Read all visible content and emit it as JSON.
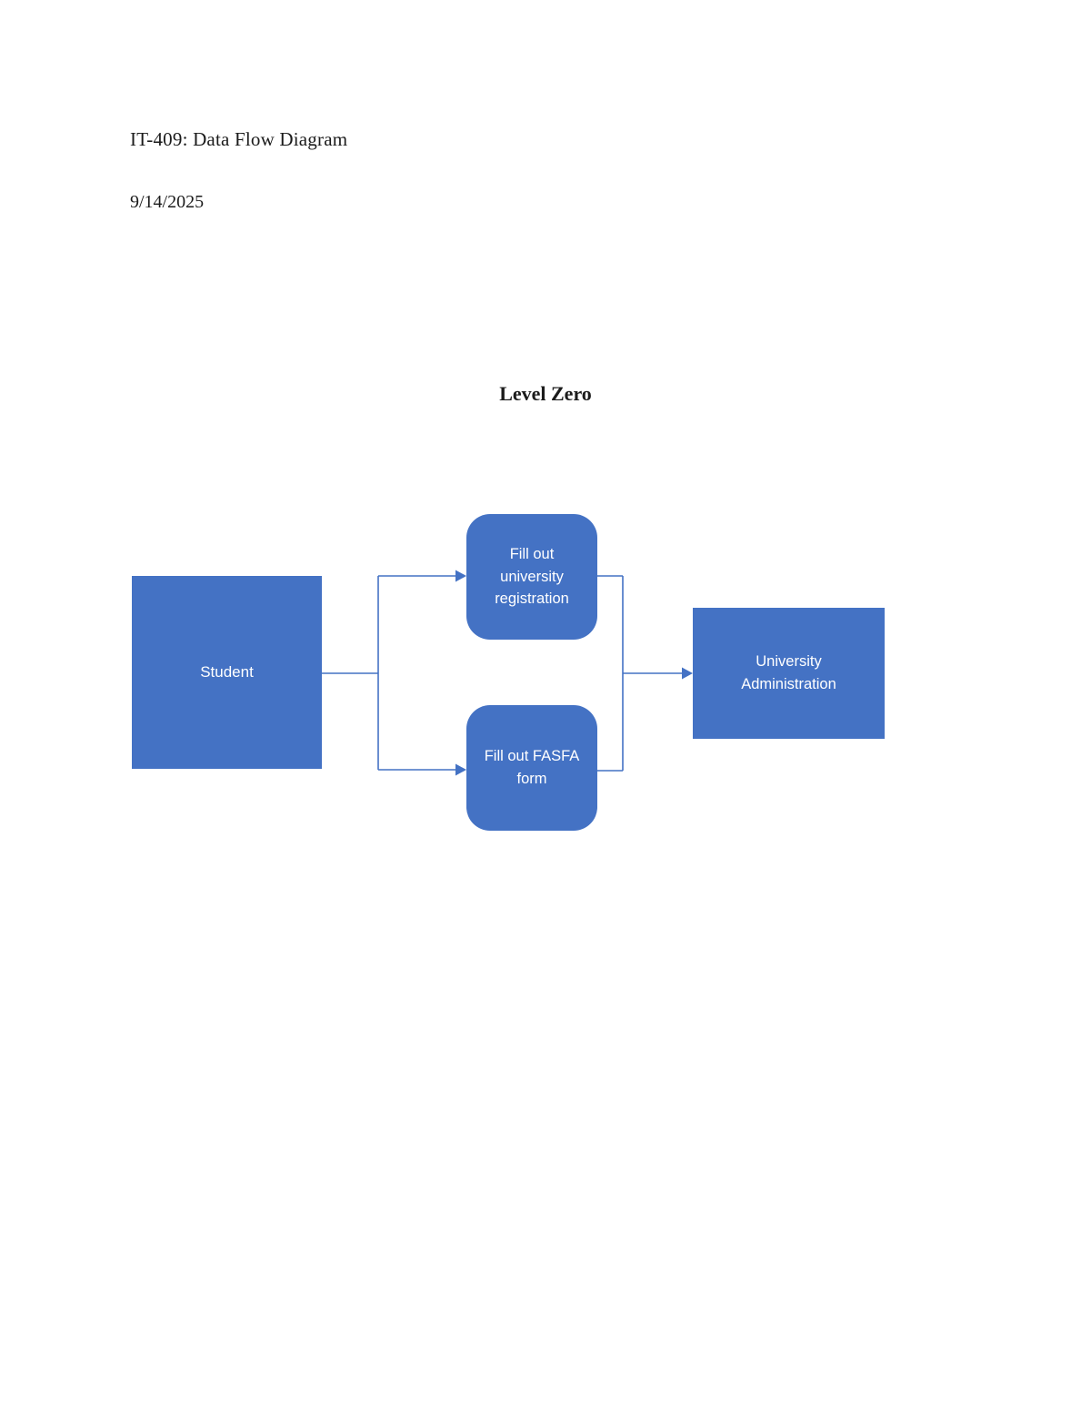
{
  "document": {
    "title": "IT-409: Data Flow Diagram",
    "date": "9/14/2025"
  },
  "diagram": {
    "heading": "Level Zero",
    "nodes": {
      "student": {
        "label": "Student",
        "shape": "rectangle"
      },
      "registration": {
        "label": "Fill out\nuniversity\nregistration",
        "shape": "rounded-rectangle"
      },
      "fasfa": {
        "label": "Fill out FASFA\nform",
        "shape": "rounded-rectangle"
      },
      "admin": {
        "label": "University\nAdministration",
        "shape": "rectangle"
      }
    },
    "edges": [
      {
        "from": "student",
        "to": "registration"
      },
      {
        "from": "student",
        "to": "fasfa"
      },
      {
        "from": "registration",
        "to": "admin"
      },
      {
        "from": "fasfa",
        "to": "admin"
      }
    ],
    "colors": {
      "node_fill": "#4472C4",
      "node_text": "#FFFFFF",
      "connector": "#4472C4"
    }
  }
}
